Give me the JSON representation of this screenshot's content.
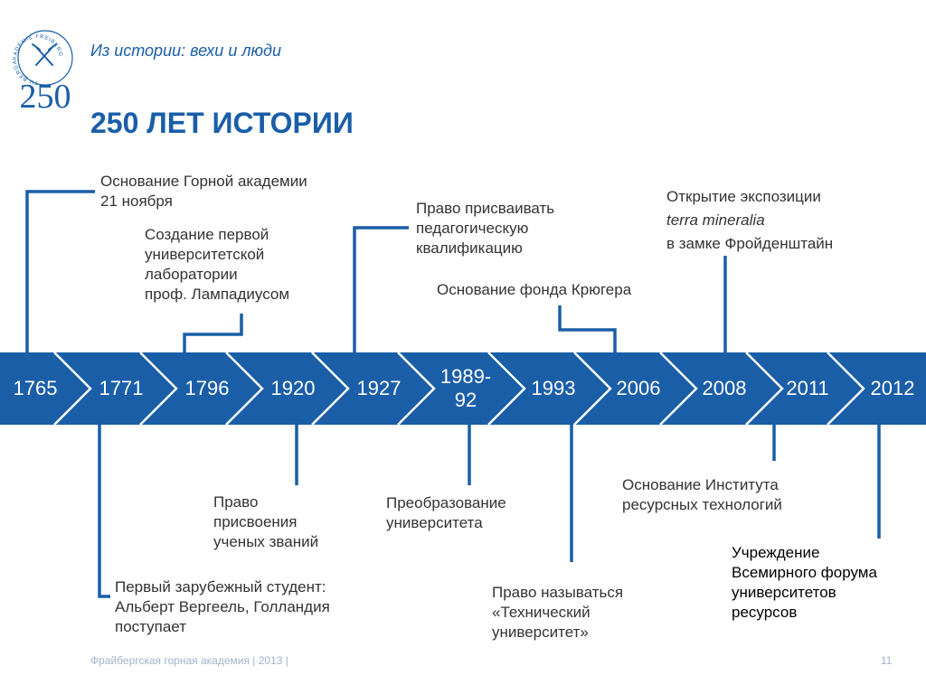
{
  "header": {
    "subtitle": "Из истории: вехи и люди",
    "title": "250 ЛЕТ ИСТОРИИ",
    "logo": {
      "icon": "crossed-hammers-icon",
      "ring_text": "TU BERGAKADEMIE FREIBERG",
      "number": "250"
    }
  },
  "timeline": {
    "color": "#1a5ea8",
    "years": [
      "1765",
      "1771",
      "1796",
      "1920",
      "1927",
      "1989-92",
      "1993",
      "2006",
      "2008",
      "2011",
      "2012"
    ]
  },
  "events": {
    "e1765": [
      "Основание Горной академии",
      "21 ноября"
    ],
    "e1771": [
      "Первый зарубежный студент:",
      "Альберт Вергеель, Голландия",
      "поступает"
    ],
    "e1796": [
      "Создание первой",
      "университетской",
      "лаборатории",
      "проф. Лампадиусом"
    ],
    "e1920": [
      "Право",
      "присвоения",
      "ученых званий"
    ],
    "e1927": [
      "Право присваивать",
      "педагогическую",
      "квалификацию"
    ],
    "e1989": [
      "Преобразование",
      "университета"
    ],
    "e1993": [
      "Право называться",
      "«Технический",
      "университет»"
    ],
    "e2006": [
      "Основание фонда Крюгера"
    ],
    "e2008": [
      "Открытие экспозиции",
      "terra mineralia",
      "в замке Фройденштайн"
    ],
    "e2011": [
      "Основание Института",
      "ресурсных технологий"
    ],
    "e2012": [
      "Учреждение",
      "Всемирного форума",
      "университетов",
      "ресурсов"
    ]
  },
  "footer": {
    "text": "Фрайбергская горная академия | 2013 |",
    "page": "11"
  }
}
